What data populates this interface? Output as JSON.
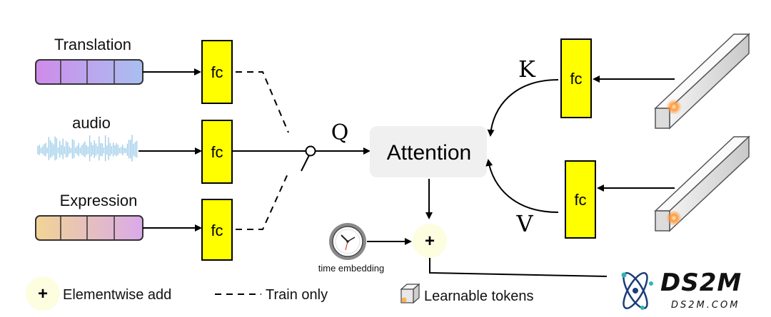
{
  "inputs": {
    "translation": "Translation",
    "audio": "audio",
    "expression": "Expression"
  },
  "fc_label": "fc",
  "attention": "Attention",
  "q_label": "Q",
  "k_label": "K",
  "v_label": "V",
  "add_symbol": "+",
  "time_embedding": "time embedding",
  "legend": {
    "add_symbol": "+",
    "elementwise_add": "Elementwise add",
    "train_only": "Train only",
    "learnable_tokens": "Learnable tokens"
  },
  "watermark": {
    "logo": "DS2M",
    "url": "DS2M.COM"
  },
  "colors": {
    "fc_fill": "#ffff00",
    "attention_bg": "#f0f0f0",
    "add_circle": "#fdfde0",
    "translation_gradient": [
      "#cf8bea",
      "#9fb6ec"
    ],
    "expression_gradient": [
      "#f2d290",
      "#dcaee8"
    ],
    "audio_wave": "#9fcdea"
  }
}
